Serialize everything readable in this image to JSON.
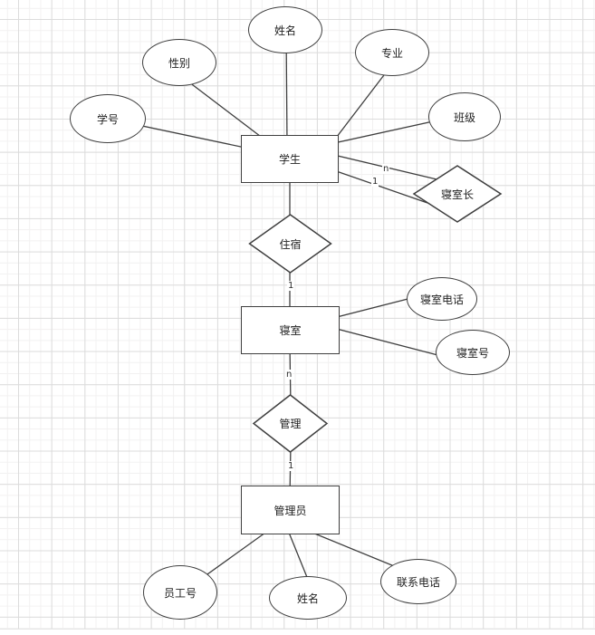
{
  "diagram": {
    "type": "entity-relationship-diagram",
    "colors": {
      "shape_stroke": "#3f3f3f",
      "shape_fill": "#ffffff",
      "text": "#1f1f1f",
      "grid_minor": "#f2f1f1",
      "grid_major": "#dcdcdc"
    },
    "entities": [
      {
        "id": "student",
        "label": "学生"
      },
      {
        "id": "dorm",
        "label": "寝室"
      },
      {
        "id": "admin",
        "label": "管理员"
      }
    ],
    "relationships": [
      {
        "id": "dorm-leader",
        "label": "寝室长"
      },
      {
        "id": "reside",
        "label": "住宿"
      },
      {
        "id": "manage",
        "label": "管理"
      }
    ],
    "attributes": [
      {
        "id": "student-id",
        "label": "学号",
        "of": "student"
      },
      {
        "id": "gender",
        "label": "性别",
        "of": "student"
      },
      {
        "id": "student-name",
        "label": "姓名",
        "of": "student"
      },
      {
        "id": "major",
        "label": "专业",
        "of": "student"
      },
      {
        "id": "class",
        "label": "班级",
        "of": "student"
      },
      {
        "id": "dorm-phone",
        "label": "寝室电话",
        "of": "dorm"
      },
      {
        "id": "dorm-number",
        "label": "寝室号",
        "of": "dorm"
      },
      {
        "id": "employee-id",
        "label": "员工号",
        "of": "admin"
      },
      {
        "id": "admin-name",
        "label": "姓名",
        "of": "admin"
      },
      {
        "id": "contact-phone",
        "label": "联系电话",
        "of": "admin"
      }
    ],
    "cardinalities": [
      {
        "id": "student-leader-n",
        "label": "n"
      },
      {
        "id": "student-leader-1",
        "label": "1"
      },
      {
        "id": "reside-dorm-1",
        "label": "1"
      },
      {
        "id": "dorm-manage-n",
        "label": "n"
      },
      {
        "id": "manage-admin-1",
        "label": "1"
      }
    ]
  }
}
